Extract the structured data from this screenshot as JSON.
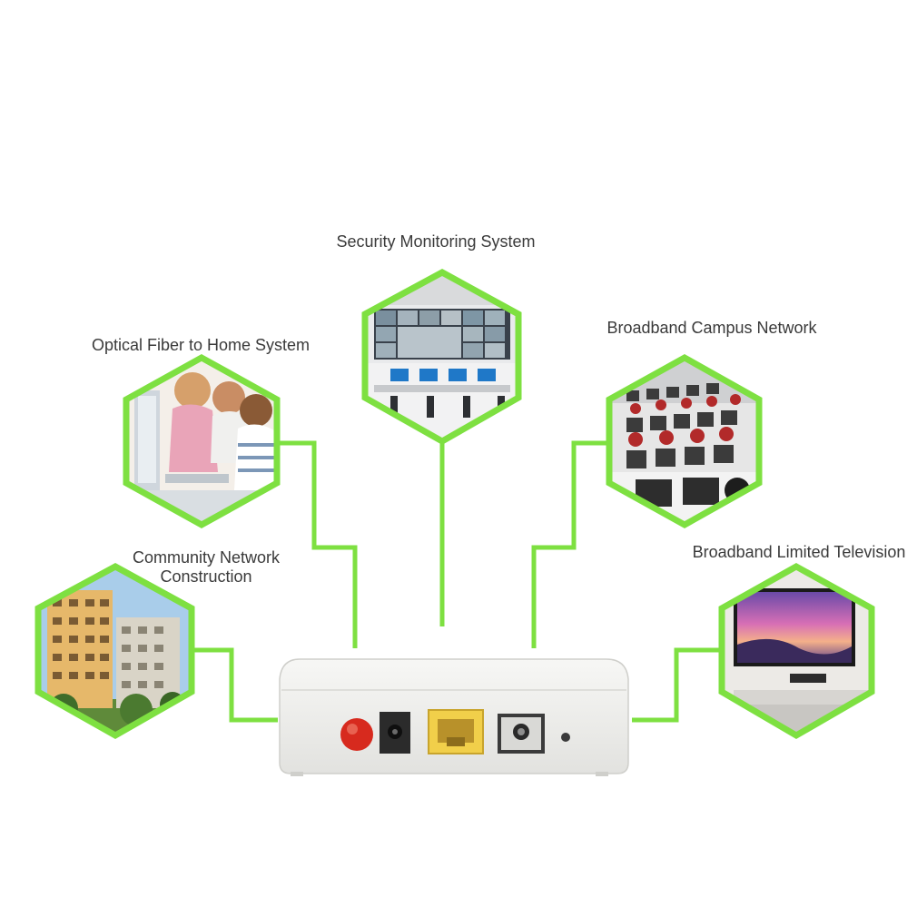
{
  "nodes": [
    {
      "id": "security",
      "label": "Security Monitoring System",
      "icon": "control-room-icon"
    },
    {
      "id": "ftth",
      "label": "Optical Fiber to Home System",
      "icon": "family-computer-icon"
    },
    {
      "id": "campus",
      "label": "Broadband Campus Network",
      "icon": "computer-lab-icon"
    },
    {
      "id": "community",
      "label_line1": "Community Network",
      "label_line2": "Construction",
      "icon": "apartment-building-icon"
    },
    {
      "id": "tv",
      "label": "Broadband Limited Television",
      "icon": "wall-television-icon"
    }
  ],
  "device": {
    "name": "onu-device",
    "ports": [
      "power-button",
      "dc-jack",
      "lan-port",
      "pon-port",
      "reset-hole"
    ]
  },
  "colors": {
    "connector": "#7ee041",
    "label": "#3a3a3a",
    "device_body": "#ececea",
    "lan_port": "#f1cf4a",
    "power_button": "#d72a1e"
  }
}
